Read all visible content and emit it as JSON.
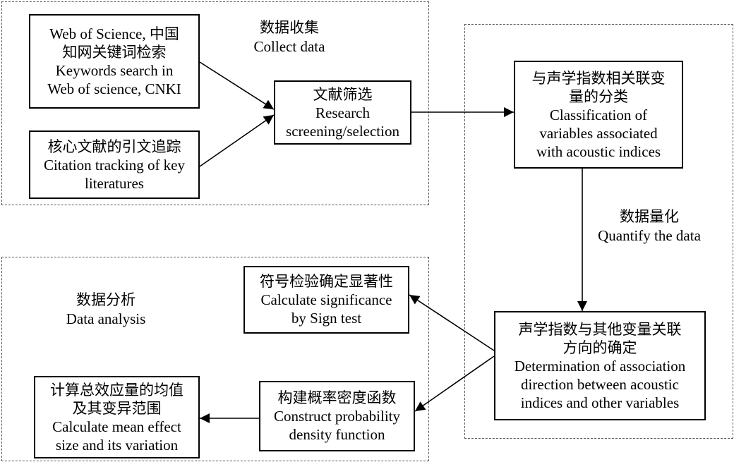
{
  "regions": {
    "collect": {
      "label_cn": "数据收集",
      "label_en": "Collect data"
    },
    "analysis": {
      "label_cn": "数据分析",
      "label_en": "Data analysis"
    }
  },
  "quantify": {
    "label_cn": "数据量化",
    "label_en": "Quantify the data"
  },
  "boxes": {
    "wos_search": {
      "lines": [
        "Web of Science, 中国",
        "知网关键词检索",
        "Keywords search in",
        "Web of science, CNKI"
      ]
    },
    "citation": {
      "lines": [
        "核心文献的引文追踪",
        "Citation tracking of key",
        "literatures"
      ]
    },
    "screening": {
      "lines": [
        "文献筛选",
        "Research",
        "screening/selection"
      ]
    },
    "classification": {
      "lines": [
        "与声学指数相关联变",
        "量的分类",
        "Classification of",
        "variables associated",
        "with acoustic indices"
      ]
    },
    "direction": {
      "lines": [
        "声学指数与其他变量关联",
        "方向的确定",
        "Determination of association",
        "direction between acoustic",
        "indices and other variables"
      ]
    },
    "significance": {
      "lines": [
        "符号检验确定显著性",
        "Calculate significance",
        "by Sign test"
      ]
    },
    "density": {
      "lines": [
        "构建概率密度函数",
        "Construct probability",
        "density function"
      ]
    },
    "effect": {
      "lines": [
        "计算总效应量的均值",
        "及其变异范围",
        "Calculate mean effect",
        "size and its variation"
      ]
    }
  }
}
